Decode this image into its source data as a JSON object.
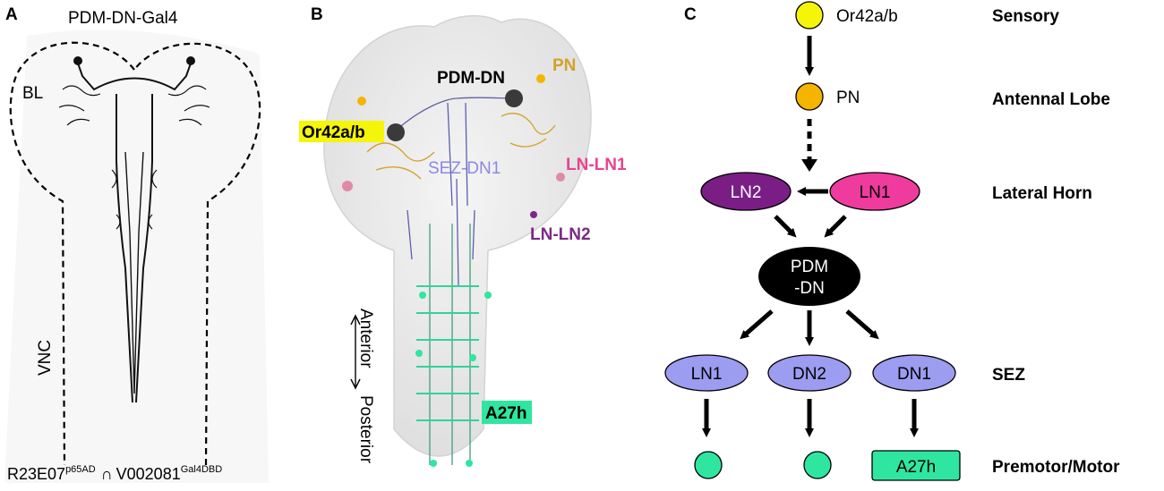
{
  "panels": {
    "a": {
      "letter": "A",
      "title": "PDM-DN-Gal4",
      "region_bl": "BL",
      "region_vnc": "VNC",
      "genotype_left": "R23E07",
      "genotype_left_sup": "p65AD",
      "genotype_op": "∩",
      "genotype_right": "V002081",
      "genotype_right_sup": "Gal4DBD"
    },
    "b": {
      "letter": "B",
      "labels": {
        "pdm_dn": "PDM-DN",
        "pn": "PN",
        "or42": "Or42a/b",
        "sez_dn1": "SEZ-DN1",
        "ln_ln1": "LN-LN1",
        "ln_ln2": "LN-LN2",
        "anterior": "Anterior",
        "posterior": "Posterior",
        "a27h": "A27h"
      }
    },
    "c": {
      "letter": "C",
      "nodes": {
        "or42": "Or42a/b",
        "pn": "PN",
        "ln2": "LN2",
        "ln1": "LN1",
        "pdm_1": "PDM",
        "pdm_2": "-DN",
        "sez_ln1": "LN1",
        "sez_dn2": "DN2",
        "sez_dn1": "DN1",
        "a27h": "A27h"
      },
      "levels": [
        "Sensory",
        "Antennal Lobe",
        "Lateral Horn",
        "SEZ",
        "Premotor/Motor"
      ]
    }
  },
  "colors": {
    "yellow": "#f5f50a",
    "orange": "#f5b400",
    "purple": "#7a1e86",
    "pink": "#ef3b9e",
    "lavender": "#9c9cf0",
    "green": "#2fe6a0",
    "pn_label": "#d4a12a",
    "sez_label": "#8a8ae0",
    "ln1_label": "#e8458f",
    "ln2_label": "#7a2a85"
  }
}
